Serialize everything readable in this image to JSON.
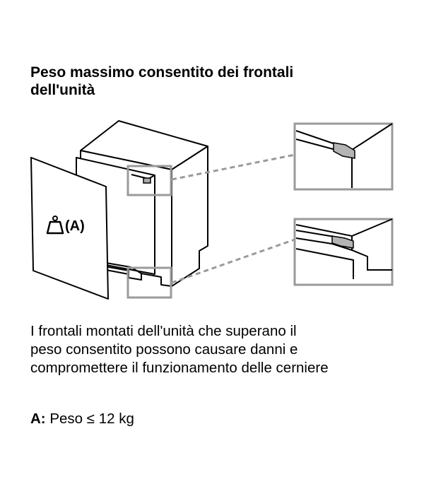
{
  "heading": {
    "line1": "Peso massimo consentito dei frontali",
    "line2": "dell'unità"
  },
  "figure": {
    "weight_label": "(A)",
    "icon": "weight-icon"
  },
  "body": {
    "line1": "I frontali montati dell'unità che superano il",
    "line2": "peso consentito possono causare danni e",
    "line3": "compromettere il funzionamento delle cerniere"
  },
  "legend": {
    "key": "A:",
    "value": "Peso ≤ 12 kg"
  }
}
